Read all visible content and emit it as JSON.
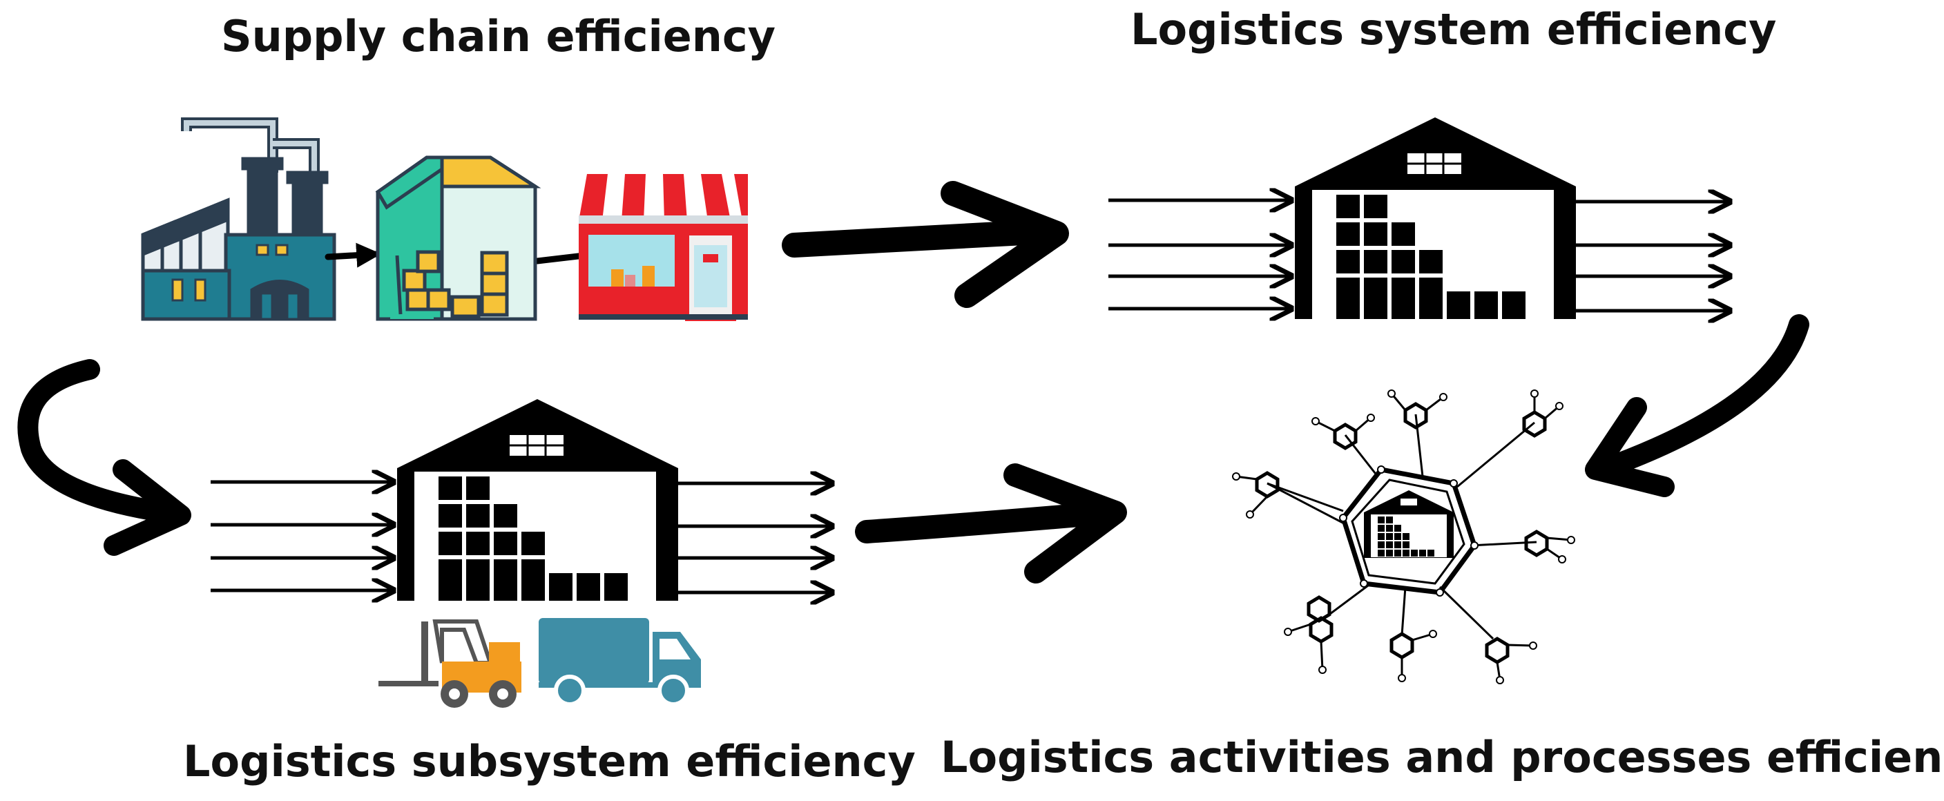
{
  "labels": {
    "supply_chain": "Supply chain efficiency",
    "logistics_system": "Logistics system efficiency",
    "logistics_subsystem": "Logistics subsystem efficiency",
    "logistics_activities": "Logistics activities and processes efficiency"
  },
  "colors": {
    "factory": "#1f7d91",
    "factory_dark": "#2c3e50",
    "warehouse_wall": "#2ec4a0",
    "warehouse_roof": "#f6c338",
    "box": "#f6c338",
    "shop_red": "#e8222a",
    "shop_window": "#a6e1ea",
    "forklift": "#f39c1f",
    "truck": "#3f8ea6",
    "ink": "#000000"
  },
  "icons": [
    "factory-icon",
    "warehouse-icon",
    "store-icon",
    "distribution-center-icon",
    "forklift-icon",
    "truck-icon",
    "network-hub-icon"
  ]
}
